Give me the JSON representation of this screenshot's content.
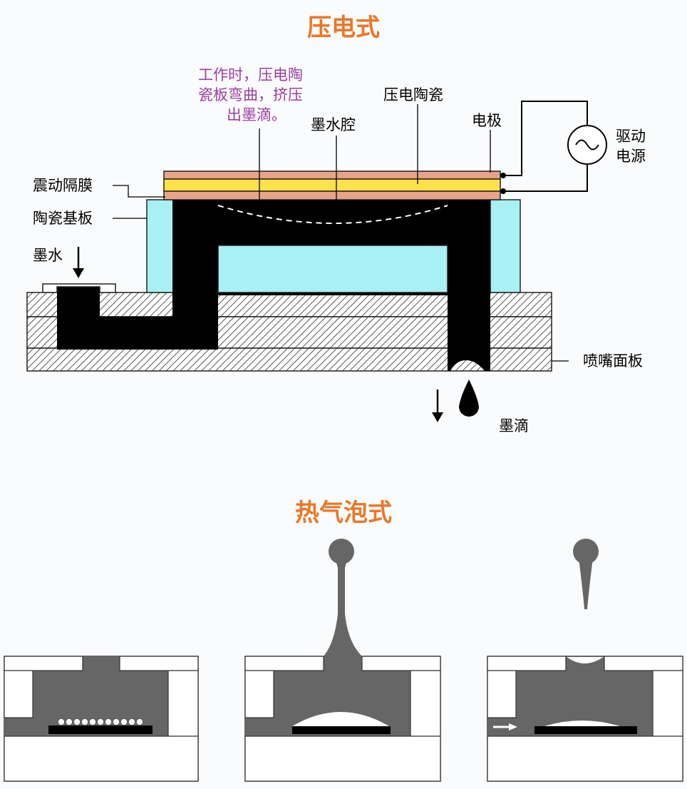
{
  "colors": {
    "title": "#e8782a",
    "ink": "#000000",
    "annotation": "#9b3fa0",
    "piezo_orange": "#e8a48a",
    "piezo_yellow": "#ffe24a",
    "ceramic": "#a9f0f4",
    "plate_hatch": "#555555",
    "bubble_ink": "#666666",
    "bubble_structure": "#ffffff",
    "bubble_border": "#333333"
  },
  "piezo": {
    "title": "压电式",
    "annotation": [
      "工作时，压电陶",
      "瓷板弯曲，挤压",
      "出墨滴。"
    ],
    "labels": {
      "ink_chamber": "墨水腔",
      "piezo_ceramic": "压电陶瓷",
      "electrode": "电极",
      "drive_source_1": "驱动",
      "drive_source_2": "电源",
      "vibration_membrane": "震动隔膜",
      "ceramic_substrate": "陶瓷基板",
      "ink": "墨水",
      "nozzle_plate": "喷嘴面板",
      "ink_drop": "墨滴"
    },
    "icons": {
      "ac_source": "ac-source-icon",
      "ink_arrow": "down-arrow-icon",
      "drop_arrow": "down-arrow-icon",
      "ink_drop": "ink-drop-icon"
    }
  },
  "bubble": {
    "title": "热气泡式",
    "stages": [
      {
        "name": "stage-1",
        "icon": "bubble-nucleation-icon"
      },
      {
        "name": "stage-2",
        "icon": "bubble-expansion-icon"
      },
      {
        "name": "stage-3",
        "icon": "droplet-ejection-icon"
      }
    ]
  }
}
